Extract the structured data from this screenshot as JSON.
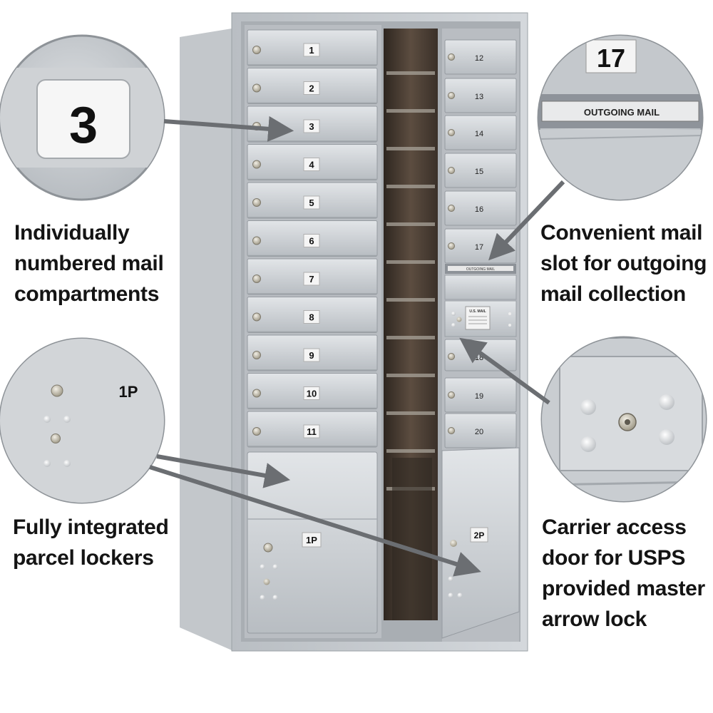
{
  "features": {
    "numbered": {
      "lines": [
        "Individually",
        "numbered mail",
        "compartments"
      ]
    },
    "slot": {
      "lines": [
        "Convenient mail",
        "slot for outgoing",
        "mail collection"
      ]
    },
    "parcel": {
      "lines": [
        "Fully integrated",
        "parcel lockers"
      ]
    },
    "carrier": {
      "lines": [
        "Carrier access",
        "door for USPS",
        "provided master",
        "arrow lock"
      ]
    }
  },
  "callouts": {
    "number_zoom": {
      "label": "3"
    },
    "slot_zoom": {
      "door_number": "17",
      "slot_label": "OUTGOING MAIL"
    },
    "parcel_zoom": {
      "label": "1P"
    }
  },
  "mailbox": {
    "left_doors": [
      "1",
      "2",
      "3",
      "4",
      "5",
      "6",
      "7",
      "8",
      "9",
      "10",
      "11"
    ],
    "right_doors": [
      "12",
      "13",
      "14",
      "15",
      "16",
      "17",
      "18",
      "19",
      "20"
    ],
    "left_parcel": "1P",
    "right_parcel": "2P",
    "outgoing_slot_label": "OUTGOING MAIL",
    "usps_plate": "U.S. MAIL"
  },
  "colors": {
    "aluminum": "#c8ccd0",
    "aluminum_light": "#dde0e3",
    "aluminum_dark": "#9fa4a9",
    "interior": "#4a3e33",
    "arrow": "#6b6e72",
    "text": "#141414"
  }
}
